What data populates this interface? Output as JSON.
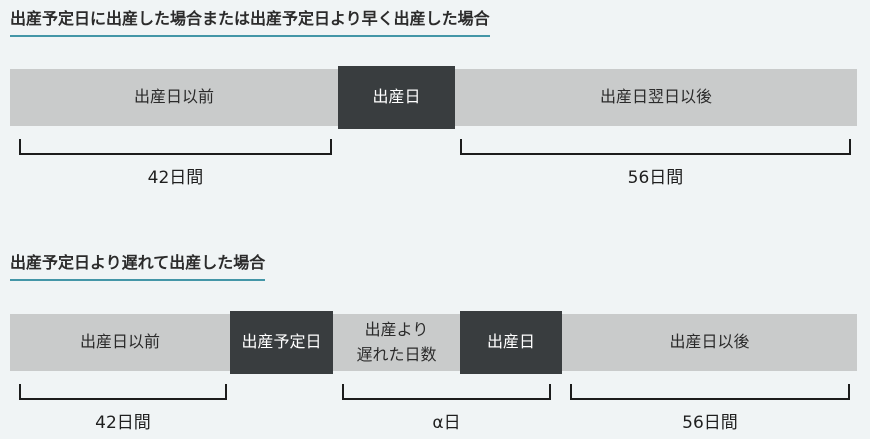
{
  "colors": {
    "page_background": "#f0f4f5",
    "heading_underline_accent": "#4496a7",
    "bar_segment_gray": "#c9cbcb",
    "bar_segment_dark": "#393d3f",
    "bracket_line": "#1c1c1c"
  },
  "section1": {
    "heading": "出産予定日に出産した場合または出産予定日より早く出産した場合",
    "bar": {
      "segments": [
        {
          "label": "出産日以前",
          "variant": "gray"
        },
        {
          "label": "出産日",
          "variant": "dark"
        },
        {
          "label": "出産日翌日以後",
          "variant": "gray"
        }
      ]
    },
    "spans": [
      {
        "label": "42日間",
        "covers": "出産日以前"
      },
      {
        "label": "56日間",
        "covers": "出産日翌日以後"
      }
    ]
  },
  "section2": {
    "heading": "出産予定日より遅れて出産した場合",
    "bar": {
      "segments": [
        {
          "label": "出産日以前",
          "variant": "gray"
        },
        {
          "label": "出産予定日",
          "variant": "dark"
        },
        {
          "label": "出産より\n遅れた日数",
          "variant": "gray"
        },
        {
          "label": "出産日",
          "variant": "dark"
        },
        {
          "label": "出産日以後",
          "variant": "gray"
        }
      ]
    },
    "spans": [
      {
        "label": "42日間",
        "covers": "出産日以前"
      },
      {
        "label": "α日",
        "covers": "出産より遅れた日数"
      },
      {
        "label": "56日間",
        "covers": "出産日以後"
      }
    ]
  }
}
